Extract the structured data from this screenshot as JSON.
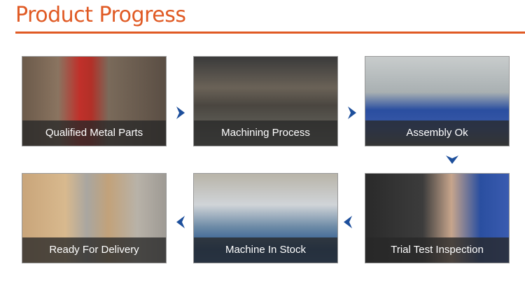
{
  "title": "Product Progress",
  "steps": [
    {
      "label": "Qualified Metal Parts"
    },
    {
      "label": "Machining Process"
    },
    {
      "label": "Assembly Ok"
    },
    {
      "label": "Trial Test Inspection"
    },
    {
      "label": "Machine In Stock"
    },
    {
      "label": "Ready For Delivery"
    }
  ],
  "colors": {
    "accent": "#e05a24",
    "arrow": "#1d4f9c"
  }
}
